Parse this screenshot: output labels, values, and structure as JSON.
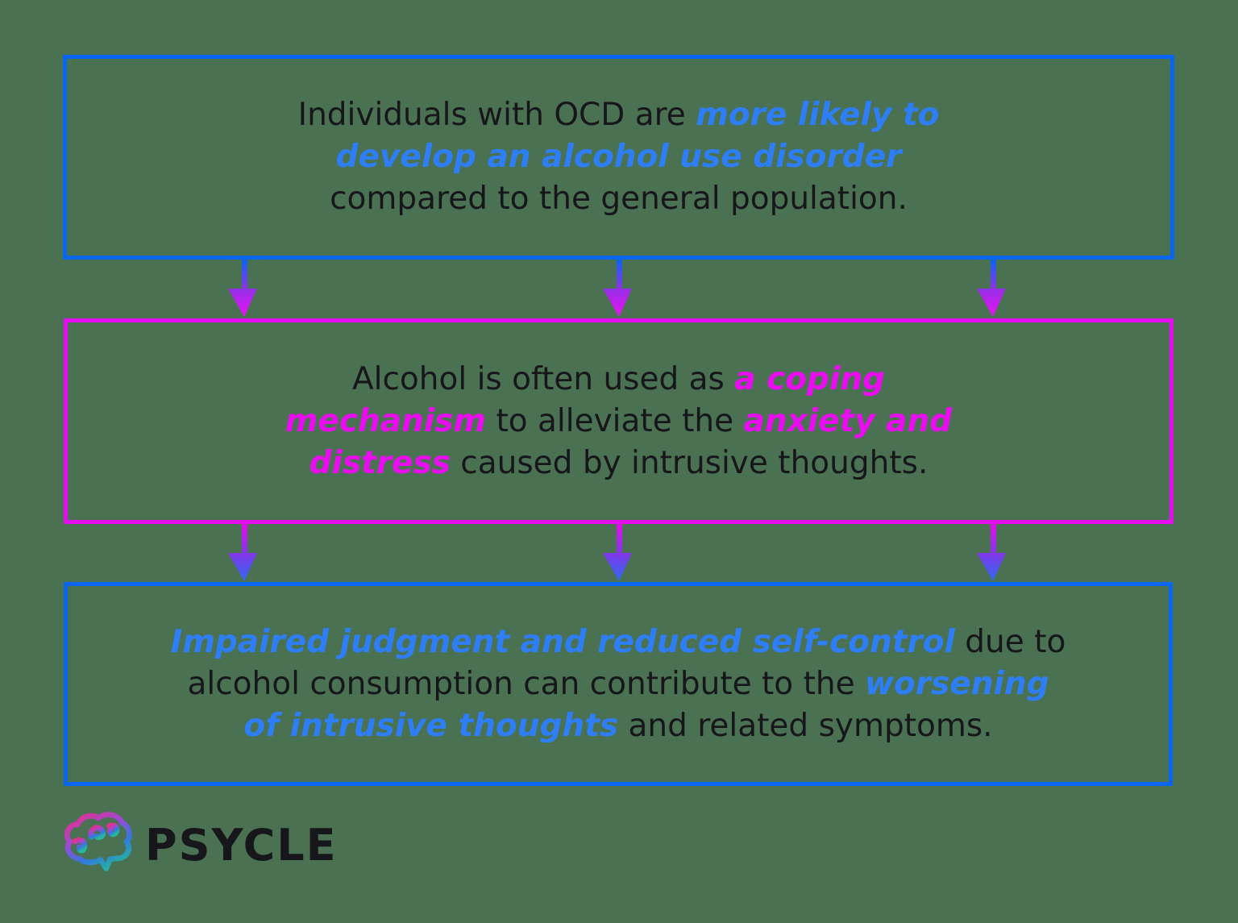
{
  "colors": {
    "background": "#4a7152",
    "blue": "#0866f2",
    "magenta": "#e60cf0",
    "text_blue": "#2e7ef8",
    "text_magenta": "#ea0df2",
    "ink": "#17171b",
    "arrow1_start": "#0b66f5",
    "arrow1_mid": "#9b2de8",
    "arrow1_end": "#ea12f2",
    "arrow2_start": "#e60cf0",
    "arrow2_mid": "#7a3ae8",
    "arrow2_end": "#2e6cf2",
    "logo_pink": "#e0318f",
    "logo_purple": "#9a4bd6",
    "logo_blue": "#2f7bdc",
    "logo_teal": "#27b89c"
  },
  "flowchart": {
    "box1": {
      "lines": [
        [
          {
            "t": "Individuals with OCD are ",
            "h": false
          },
          {
            "t": "more likely to",
            "h": true
          }
        ],
        [
          {
            "t": "develop an alcohol use disorder",
            "h": true
          }
        ],
        [
          {
            "t": "compared to the general population.",
            "h": false
          }
        ]
      ]
    },
    "box2": {
      "lines": [
        [
          {
            "t": "Alcohol is often used as ",
            "h": false
          },
          {
            "t": "a coping",
            "h": true
          }
        ],
        [
          {
            "t": "mechanism",
            "h": true
          },
          {
            "t": " to alleviate the ",
            "h": false
          },
          {
            "t": "anxiety and",
            "h": true
          }
        ],
        [
          {
            "t": "distress",
            "h": true
          },
          {
            "t": " caused by intrusive thoughts.",
            "h": false
          }
        ]
      ]
    },
    "box3": {
      "lines": [
        [
          {
            "t": "Impaired judgment and reduced self-control",
            "h": true
          },
          {
            "t": " due to",
            "h": false
          }
        ],
        [
          {
            "t": "alcohol consumption can contribute to the ",
            "h": false
          },
          {
            "t": "worsening",
            "h": true
          }
        ],
        [
          {
            "t": "of intrusive thoughts",
            "h": true
          },
          {
            "t": " and related symptoms.",
            "h": false
          }
        ]
      ]
    }
  },
  "logo": {
    "brand": "PSYCLE",
    "icon": "brain-icon"
  }
}
